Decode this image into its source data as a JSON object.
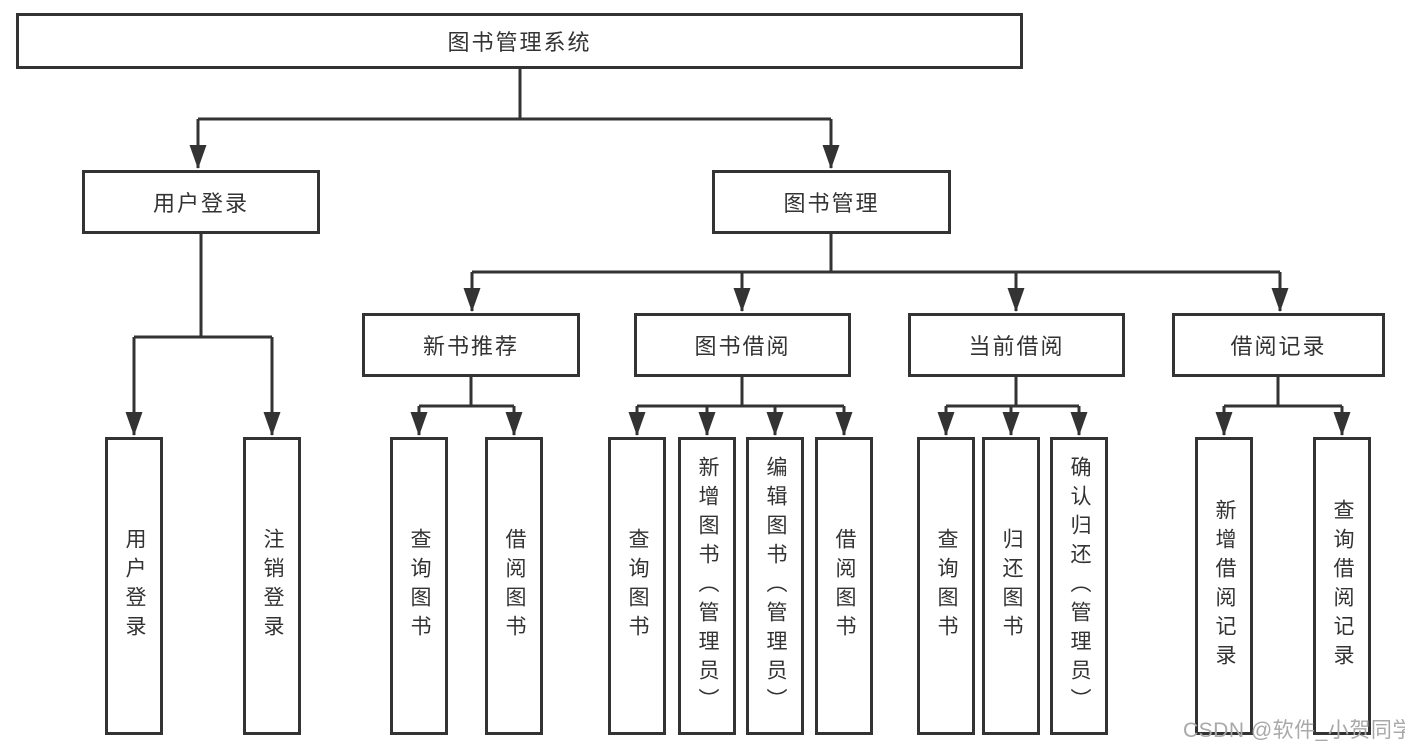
{
  "diagram": {
    "title": "图书管理系统",
    "watermark": "CSDN @软件_小贺同学",
    "colors": {
      "line": "#333333",
      "box_border": "#333333",
      "box_background": "#ffffff",
      "text": "#333333",
      "watermark": "#a9a9a9",
      "page_background": "#ffffff"
    },
    "tree": {
      "label": "图书管理系统",
      "children": [
        {
          "label": "用户登录",
          "children": [
            {
              "label": "用户登录"
            },
            {
              "label": "注销登录"
            }
          ]
        },
        {
          "label": "图书管理",
          "children": [
            {
              "label": "新书推荐",
              "children": [
                {
                  "label": "查询图书"
                },
                {
                  "label": "借阅图书"
                }
              ]
            },
            {
              "label": "图书借阅",
              "children": [
                {
                  "label": "查询图书"
                },
                {
                  "label": "新增图书（管理员）"
                },
                {
                  "label": "编辑图书（管理员）"
                },
                {
                  "label": "借阅图书"
                }
              ]
            },
            {
              "label": "当前借阅",
              "children": [
                {
                  "label": "查询图书"
                },
                {
                  "label": "归还图书"
                },
                {
                  "label": "确认归还（管理员）"
                }
              ]
            },
            {
              "label": "借阅记录",
              "children": [
                {
                  "label": "新增借阅记录"
                },
                {
                  "label": "查询借阅记录"
                }
              ]
            }
          ]
        }
      ]
    }
  }
}
